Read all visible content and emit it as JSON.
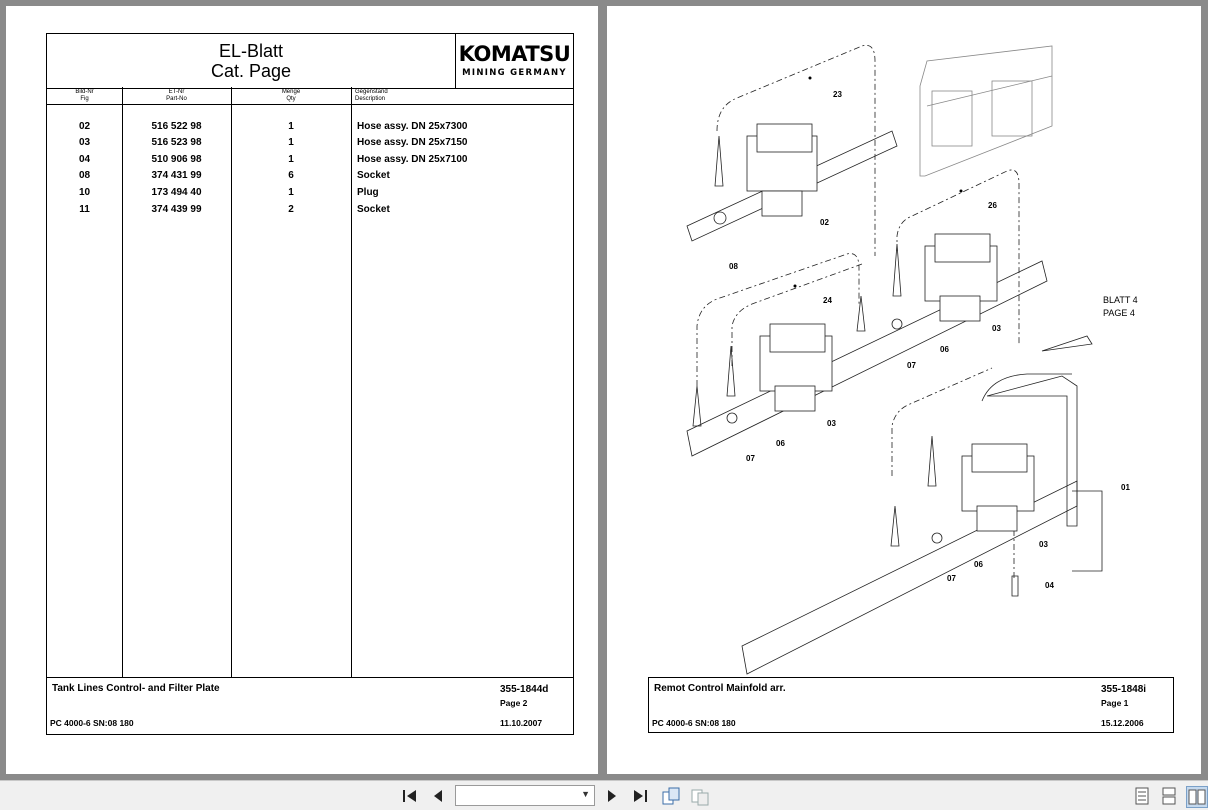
{
  "left_page": {
    "title_de": "EL-Blatt",
    "title_en": "Cat. Page",
    "logo_text": "KOMATSU",
    "logo_sub": "MINING GERMANY",
    "columns": [
      {
        "de": "Bild-Nr",
        "en": "Fig"
      },
      {
        "de": "ET-Nr",
        "en": "Part-No"
      },
      {
        "de": "Menge",
        "en": "Qty"
      },
      {
        "de": "Gegenstand",
        "en": "Description"
      }
    ],
    "rows": [
      {
        "fig": "02",
        "part": "516 522 98",
        "qty": "1",
        "desc": "Hose assy. DN 25x7300"
      },
      {
        "fig": "03",
        "part": "516 523 98",
        "qty": "1",
        "desc": "Hose assy. DN 25x7150"
      },
      {
        "fig": "04",
        "part": "510 906 98",
        "qty": "1",
        "desc": "Hose assy. DN 25x7100"
      },
      {
        "fig": "08",
        "part": "374 431 99",
        "qty": "6",
        "desc": "Socket"
      },
      {
        "fig": "10",
        "part": "173 494 40",
        "qty": "1",
        "desc": "Plug"
      },
      {
        "fig": "11",
        "part": "374 439 99",
        "qty": "2",
        "desc": "Socket"
      }
    ],
    "footer": {
      "title": "Tank Lines Control- and Filter Plate",
      "doc_no": "355-1844d",
      "page": "Page 2",
      "machine": "PC 4000-6 SN:08 180",
      "date": "11.10.2007"
    }
  },
  "right_page": {
    "labels": [
      "23",
      "02",
      "08",
      "26",
      "24",
      "03",
      "06",
      "07",
      "03",
      "06",
      "07",
      "01",
      "03",
      "06",
      "07",
      "04"
    ],
    "blatt_line1": "BLATT 4",
    "blatt_line2": "PAGE  4",
    "footer": {
      "title": "Remot Control Mainfold arr.",
      "doc_no": "355-1848i",
      "page": "Page 1",
      "machine": "PC 4000-6 SN:08 180",
      "date": "15.12.2006"
    }
  },
  "toolbar": {
    "page_select_value": "",
    "icons": [
      "first-page-icon",
      "prev-page-icon",
      "next-page-icon",
      "last-page-icon",
      "copy-page-icon",
      "paste-page-icon",
      "single-page-view-icon",
      "continuous-view-icon",
      "two-page-view-icon"
    ]
  }
}
